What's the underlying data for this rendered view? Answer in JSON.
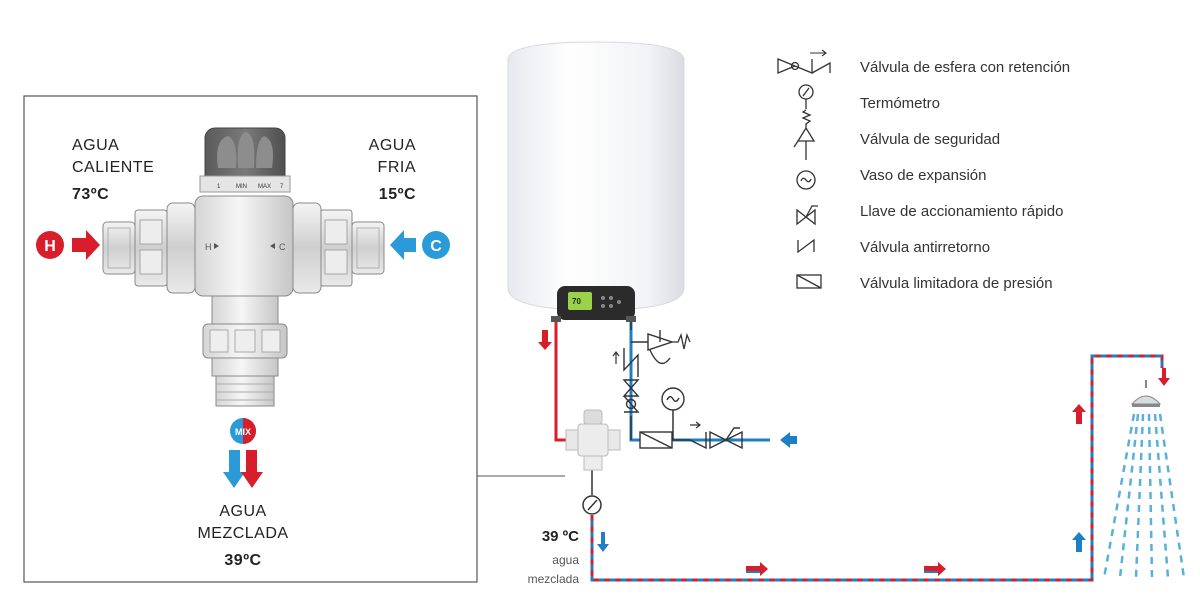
{
  "valve_box": {
    "hot_label_1": "AGUA",
    "hot_label_2": "CALIENTE",
    "hot_temp": "73ºC",
    "cold_label_1": "AGUA",
    "cold_label_2": "FRIA",
    "cold_temp": "15ºC",
    "mixed_label_1": "AGUA",
    "mixed_label_2": "MEZCLADA",
    "mixed_temp": "39ºC",
    "hot_badge": "H",
    "cold_badge": "C",
    "mix_badge": "MIX",
    "valve_mark_h": "H",
    "valve_mark_c": "C",
    "knob_marks": [
      "1",
      "MIN",
      "MAX",
      "7"
    ]
  },
  "installation": {
    "outlet_temp": "39 ºC",
    "outlet_label_1": "agua",
    "outlet_label_2": "mezclada",
    "display_value": "70"
  },
  "legend": [
    {
      "icon": "ball-valve-check-icon",
      "label": "Válvula de esfera con retención"
    },
    {
      "icon": "thermometer-icon",
      "label": "Termómetro"
    },
    {
      "icon": "safety-valve-icon",
      "label": "Válvula de seguridad"
    },
    {
      "icon": "expansion-vessel-icon",
      "label": "Vaso de expansión"
    },
    {
      "icon": "quick-valve-icon",
      "label": "Llave de accionamiento rápido"
    },
    {
      "icon": "check-valve-icon",
      "label": "Válvula antirretorno"
    },
    {
      "icon": "pressure-valve-icon",
      "label": "Válvula limitadora de presión"
    }
  ],
  "colors": {
    "hot": "#d81e2a",
    "cold": "#1f7fc4",
    "cold_badge": "#2a9ad8",
    "line": "#333333"
  }
}
